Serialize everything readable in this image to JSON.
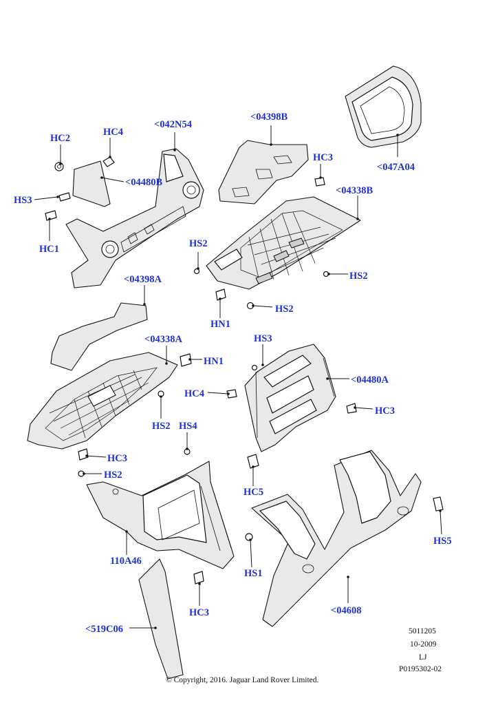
{
  "diagram": {
    "callouts": [
      {
        "id": "hc2-top",
        "text": "HC2"
      },
      {
        "id": "hc4-top",
        "text": "HC4"
      },
      {
        "id": "042n54",
        "text": "<042N54"
      },
      {
        "id": "04398b",
        "text": "<04398B"
      },
      {
        "id": "hc3-top",
        "text": "HC3"
      },
      {
        "id": "047a04",
        "text": "<047A04"
      },
      {
        "id": "04480b",
        "text": "<04480B"
      },
      {
        "id": "hs3-left",
        "text": "HS3"
      },
      {
        "id": "04338b",
        "text": "<04338B"
      },
      {
        "id": "hc1",
        "text": "HC1"
      },
      {
        "id": "hs2-a",
        "text": "HS2"
      },
      {
        "id": "04398a",
        "text": "<04398A"
      },
      {
        "id": "hs2-b",
        "text": "HS2"
      },
      {
        "id": "hs2-c",
        "text": "HS2"
      },
      {
        "id": "hn1-a",
        "text": "HN1"
      },
      {
        "id": "hs3-mid",
        "text": "HS3"
      },
      {
        "id": "04338a",
        "text": "<04338A"
      },
      {
        "id": "hn1-b",
        "text": "HN1"
      },
      {
        "id": "04480a",
        "text": "<04480A"
      },
      {
        "id": "hc4-mid",
        "text": "HC4"
      },
      {
        "id": "hc3-mid",
        "text": "HC3"
      },
      {
        "id": "hs2-d",
        "text": "HS2"
      },
      {
        "id": "hs4",
        "text": "HS4"
      },
      {
        "id": "hc3-left",
        "text": "HC3"
      },
      {
        "id": "hs2-e",
        "text": "HS2"
      },
      {
        "id": "hc5",
        "text": "HC5"
      },
      {
        "id": "hs5",
        "text": "HS5"
      },
      {
        "id": "110a46",
        "text": "110A46"
      },
      {
        "id": "hs1",
        "text": "HS1"
      },
      {
        "id": "hc3-bottom",
        "text": "HC3"
      },
      {
        "id": "04608",
        "text": "<04608"
      },
      {
        "id": "519c06",
        "text": "<519C06"
      }
    ]
  },
  "reference": {
    "code": "5011205",
    "date": "10-2009",
    "initials": "LJ",
    "part_no": "P0195302-02"
  },
  "copyright": "© Copyright, 2016. Jaguar Land Rover Limited.",
  "colors": {
    "callout": "#1e2fd6",
    "line": "#111111",
    "fill_light": "#e9e9e9"
  }
}
